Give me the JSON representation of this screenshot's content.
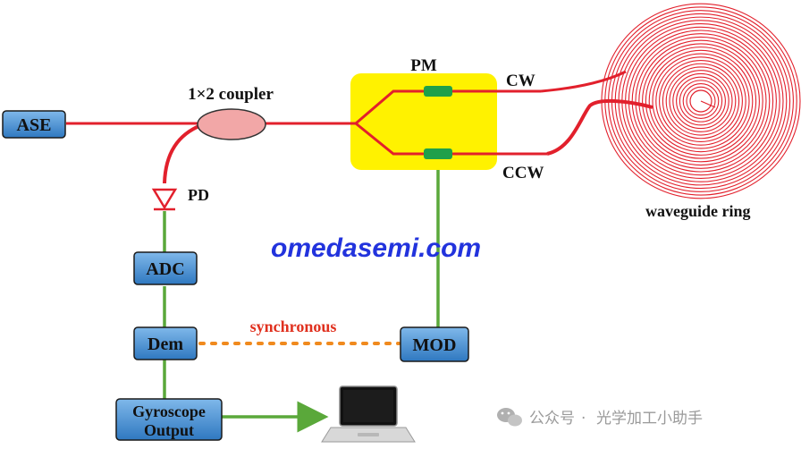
{
  "labels": {
    "coupler": "1×2 coupler",
    "pm": "PM",
    "cw": "CW",
    "ccw": "CCW",
    "pd": "PD",
    "ring": "waveguide ring",
    "sync": "synchronous"
  },
  "boxes": {
    "ase": "ASE",
    "adc": "ADC",
    "dem": "Dem",
    "mod": "MOD",
    "gyro_line1": "Gyroscope",
    "gyro_line2": "Output"
  },
  "watermark": "omedasemi.com",
  "footer": {
    "icon": "wechat-icon",
    "separator": "·",
    "text_left": "公众号",
    "text_right": "光学加工小助手"
  },
  "colors": {
    "fiber": "#e2202c",
    "electrical": "#5aa83a",
    "sync_dots": "#f08a1e",
    "pm_block": "#fff200",
    "box_fill": "#4a90d0",
    "coupler_fill": "#f2a7a7",
    "phase_mod": "#1fa04a"
  }
}
